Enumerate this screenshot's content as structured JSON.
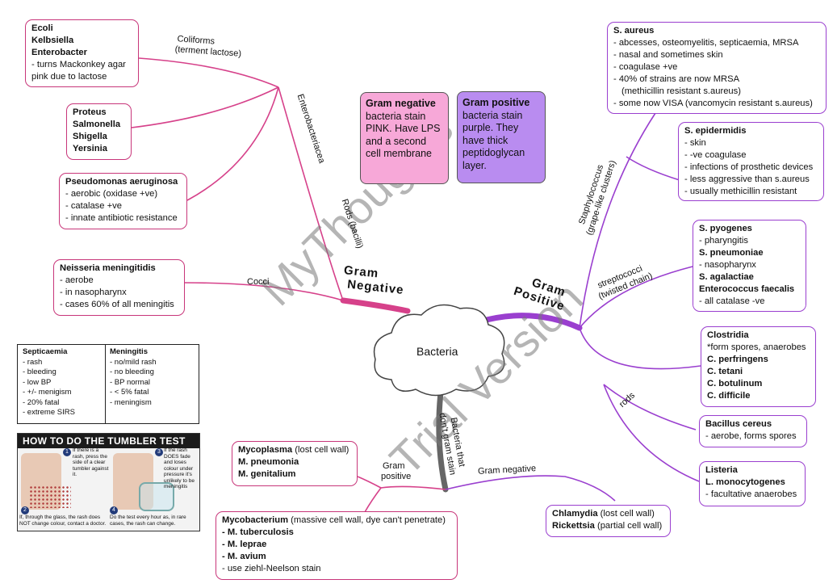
{
  "center": {
    "label": "Bacteria"
  },
  "branches": {
    "gram_negative": "Gram\nNegative",
    "gram_negative_l1": "Gram",
    "gram_negative_l2": "Negative",
    "gram_positive_l1": "Gram",
    "gram_positive_l2": "Positive",
    "no_stain_l1": "Bacteria that",
    "no_stain_l2": "don't gram stain"
  },
  "sub_labels": {
    "coliforms_l1": "Coliforms",
    "coliforms_l2": "(terment lactose)",
    "enterobacteriacea": "Enterobacteriacea",
    "rods_bacilli": "Rods (bacilli)",
    "cocci": "Cocci",
    "staph_l1": "Staphylococcus",
    "staph_l2": "(grape-like clusters)",
    "strep_l1": "streptococci",
    "strep_l2": "(twisted chain)",
    "rods": "rods",
    "gram_positive_small_l1": "Gram",
    "gram_positive_small_l2": "positive",
    "gram_negative_small": "Gram negative"
  },
  "info": {
    "gram_negative": {
      "title": "Gram negative",
      "text": "bacteria stain PINK. Have LPS and a second cell membrane",
      "color": "#f7a8d8"
    },
    "gram_positive": {
      "title": "Gram positive",
      "text": "bacteria stain purple. They have thick peptidoglycan layer.",
      "color": "#b98cf0"
    }
  },
  "boxes": {
    "ecoli": {
      "t1": "Ecoli",
      "t2": "Kelbsiella",
      "t3": "Enterobacter",
      "n1": "- turns Mackonkey agar",
      "n2": "pink due to lactose"
    },
    "proteus": {
      "t1": "Proteus",
      "t2": "Salmonella",
      "t3": "Shigella",
      "t4": "Yersinia"
    },
    "pseudomonas": {
      "t1": "Pseudomonas aeruginosa",
      "n1": "- aerobic (oxidase +ve)",
      "n2": "- catalase +ve",
      "n3": "- innate antibiotic resistance"
    },
    "neisseria": {
      "t1": "Neisseria meningitidis",
      "n1": "- aerobe",
      "n2": "- in nasopharynx",
      "n3": "- cases 60% of all meningitis"
    },
    "saureus": {
      "t1": "S. aureus",
      "n1": "- abcesses, osteomyelitis, septicaemia, MRSA",
      "n2": "- nasal and sometimes skin",
      "n3": "- coagulase +ve",
      "n4": "- 40% of strains are now MRSA",
      "n5": "(methicillin resistant s.aureus)",
      "n6": "- some now VISA (vancomycin resistant s.aureus)"
    },
    "sepid": {
      "t1": "S. epidermidis",
      "n1": "- skin",
      "n2": "- -ve coagulase",
      "n3": "- infections of prosthetic devices",
      "n4": "- less aggressive than s.aureus",
      "n5": "- usually methicillin resistant"
    },
    "strep": {
      "t1": "S. pyogenes",
      "n1": "- pharyngitis",
      "t2": "S. pneumoniae",
      "n2": "- nasopharynx",
      "t3": "S. agalactiae",
      "t4": "Enterococcus faecalis",
      "n3": "- all catalase -ve"
    },
    "clostridia": {
      "t1": "Clostridia",
      "n1": "*form spores, anaerobes",
      "t2": "C. perfringens",
      "t3": "C. tetani",
      "t4": "C. botulinum",
      "t5": "C. difficile"
    },
    "bacillus": {
      "t1": "Bacillus cereus",
      "n1": "- aerobe, forms spores"
    },
    "listeria": {
      "t1": "Listeria",
      "t2": "L. monocytogenes",
      "n1": "- facultative anaerobes"
    },
    "mycoplasma": {
      "t1": "Mycoplasma",
      "t1b": " (lost cell wall)",
      "t2": "M. pneumonia",
      "t3": "M. genitalium"
    },
    "mycobacterium": {
      "t1": "Mycobacterium",
      "t1b": " (massive cell wall, dye can't penetrate)",
      "t2": "- M. tuberculosis",
      "t3": "- M. leprae",
      "t4": "- M. avium",
      "n1": "- use ziehl-Neelson stain"
    },
    "chlamydia": {
      "t1": "Chlamydia",
      "t1b": " (lost cell wall)",
      "t2": "Rickettsia",
      "t2b": " (partial cell wall)"
    }
  },
  "comparison": {
    "septicaemia": {
      "title": "Septicaemia",
      "items": [
        "- rash",
        "- bleeding",
        "- low BP",
        "- +/- menigism",
        "- 20% fatal",
        "- extreme SIRS"
      ]
    },
    "meningitis": {
      "title": "Meningitis",
      "items": [
        "- no/mild rash",
        "- no bleeding",
        "- BP normal",
        "- < 5% fatal",
        "- meningism"
      ]
    }
  },
  "tumbler": {
    "title": "HOW TO DO THE TUMBLER TEST",
    "step1": "If there is a rash, press the side of a clear tumbler against it.",
    "step2": "If the rash DOES fade and loses colour under pressure it's unlikely to be meningitis",
    "step3": "If, through the glass, the rash does NOT change colour, contact a doctor.",
    "step4": "Do the test every hour as, in rare cases, the rash can change.",
    "n1": "1",
    "n2": "3",
    "n3": "2",
    "n4": "4"
  },
  "watermark": {
    "l1": "MyThoughts",
    "l2": "Trial Version"
  },
  "colors": {
    "pink": "#d6418a",
    "purple": "#9a3fcf",
    "grey": "#555555",
    "box_pink": "#f7a8d8",
    "box_purple": "#b98cf0"
  }
}
